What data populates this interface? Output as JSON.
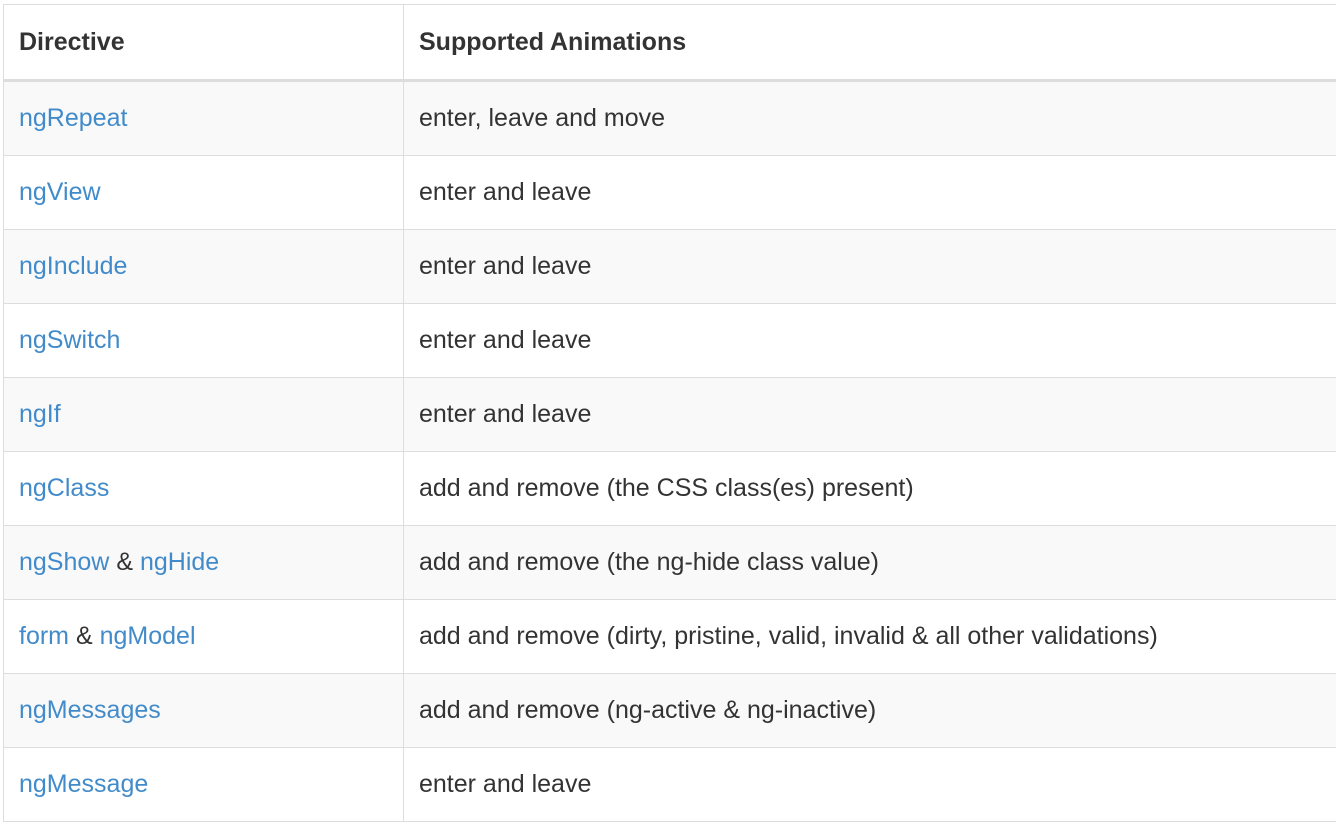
{
  "table": {
    "headers": {
      "directive": "Directive",
      "animations": "Supported Animations"
    },
    "rows": [
      {
        "links": [
          "ngRepeat"
        ],
        "animations": "enter, leave and move"
      },
      {
        "links": [
          "ngView"
        ],
        "animations": "enter and leave"
      },
      {
        "links": [
          "ngInclude"
        ],
        "animations": "enter and leave"
      },
      {
        "links": [
          "ngSwitch"
        ],
        "animations": "enter and leave"
      },
      {
        "links": [
          "ngIf"
        ],
        "animations": "enter and leave"
      },
      {
        "links": [
          "ngClass"
        ],
        "animations": "add and remove (the CSS class(es) present)"
      },
      {
        "links": [
          "ngShow",
          "ngHide"
        ],
        "joiner": "&",
        "animations": "add and remove (the ng-hide class value)"
      },
      {
        "links": [
          "form",
          "ngModel"
        ],
        "joiner": "&",
        "animations": "add and remove (dirty, pristine, valid, invalid & all other validations)"
      },
      {
        "links": [
          "ngMessages"
        ],
        "animations": "add and remove (ng-active & ng-inactive)"
      },
      {
        "links": [
          "ngMessage"
        ],
        "animations": "enter and leave"
      }
    ]
  },
  "colors": {
    "link": "#428bca",
    "text": "#333333",
    "border": "#dddddd",
    "stripe": "#f9f9f9"
  }
}
